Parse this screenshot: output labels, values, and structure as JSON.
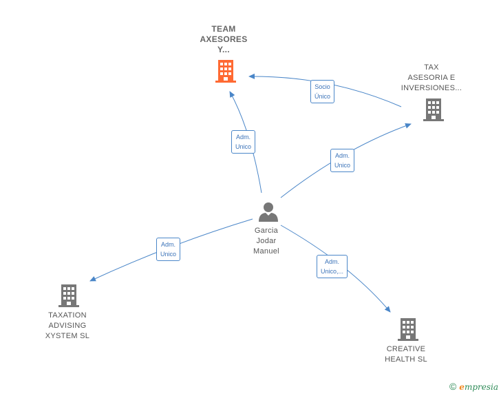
{
  "colors": {
    "edge": "#4a86c8",
    "company_main": "#ff6a33",
    "company": "#777777",
    "person": "#777777",
    "brand_green": "#2e8b57",
    "brand_orange": "#f08a24"
  },
  "nodes": {
    "team": {
      "lines": [
        "TEAM",
        "AXESORES",
        "Y..."
      ],
      "icon": "building-icon"
    },
    "tax": {
      "lines": [
        "TAX",
        "ASESORIA E",
        "INVERSIONES..."
      ],
      "icon": "building-icon"
    },
    "person": {
      "lines": [
        "Garcia",
        "Jodar",
        "Manuel"
      ],
      "icon": "person-icon"
    },
    "taxation": {
      "lines": [
        "TAXATION",
        "ADVISING",
        "XYSTEM  SL"
      ],
      "icon": "building-icon"
    },
    "creative": {
      "lines": [
        "CREATIVE",
        "HEALTH  SL"
      ],
      "icon": "building-icon"
    }
  },
  "edges": {
    "socio": {
      "lines": [
        "Socio",
        "Único"
      ]
    },
    "adm_team": {
      "lines": [
        "Adm.",
        "Unico"
      ]
    },
    "adm_tax": {
      "lines": [
        "Adm.",
        "Unico"
      ]
    },
    "adm_taxation": {
      "lines": [
        "Adm.",
        "Unico"
      ]
    },
    "adm_creative": {
      "lines": [
        "Adm.",
        "Unico,..."
      ]
    }
  },
  "brand": {
    "copyright": "©",
    "name_first": "e",
    "name_rest": "mpresia"
  }
}
